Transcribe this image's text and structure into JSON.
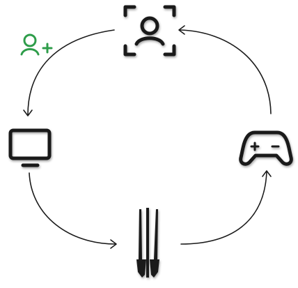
{
  "diagram": {
    "type": "cycle",
    "nodes": [
      {
        "id": "user-scan",
        "icon": "user-focus-icon"
      },
      {
        "id": "add-user",
        "icon": "user-add-icon",
        "color": "#2e9d4a"
      },
      {
        "id": "monitor",
        "icon": "monitor-icon"
      },
      {
        "id": "skis",
        "icon": "skis-icon"
      },
      {
        "id": "gamepad",
        "icon": "gamepad-icon"
      }
    ],
    "edges": [
      {
        "from": "user-scan",
        "to": "monitor"
      },
      {
        "from": "monitor",
        "to": "skis"
      },
      {
        "from": "skis",
        "to": "gamepad"
      },
      {
        "from": "gamepad",
        "to": "user-scan"
      }
    ]
  },
  "colors": {
    "ink": "#1a1a1a",
    "accent": "#2e9d4a",
    "background": "#ffffff"
  }
}
